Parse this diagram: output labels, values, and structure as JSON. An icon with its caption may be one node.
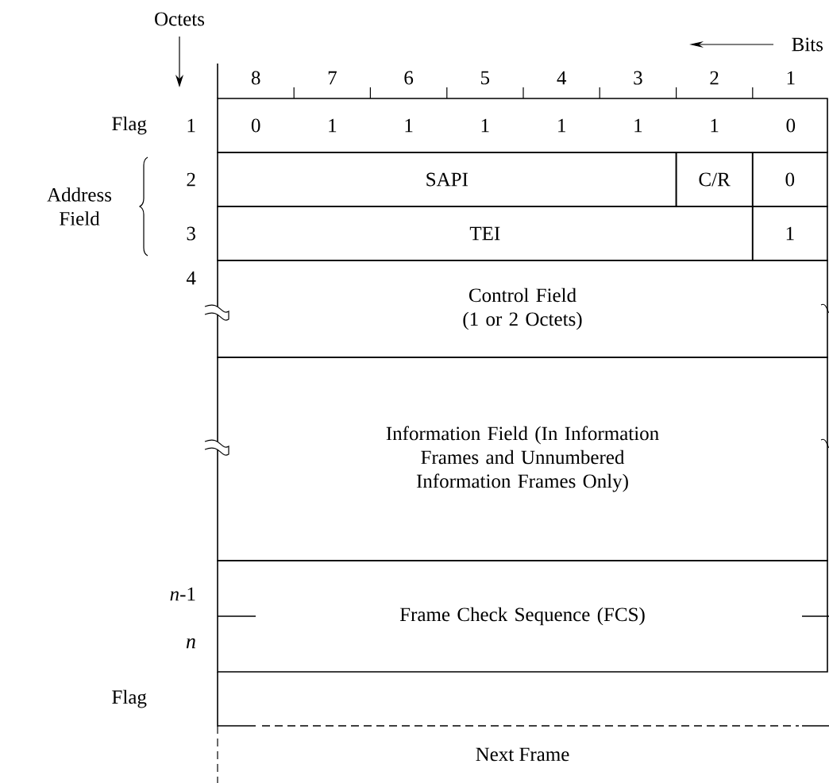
{
  "diagram": {
    "nodes": [
      {
        "text": [
          "0",
          "1",
          "1",
          "1",
          "1",
          "1",
          "1",
          "0"
        ],
        "beside": [
          "Flag"
        ]
      },
      {
        "text": [
          "SAPI"
        ]
      },
      {
        "text": [
          "C/R"
        ]
      },
      {
        "text": [
          "0"
        ]
      },
      {
        "text": [
          "TEI"
        ]
      },
      {
        "text": [
          "1"
        ]
      },
      {
        "text": [
          "Control Field (1 or 2 Octets)"
        ]
      },
      {
        "text": [
          "Information Field (In Information Frames and Unnumbered Information Frames Only)"
        ]
      },
      {
        "text": [
          "Frame Check Sequence (FCS)"
        ]
      },
      {
        "text": [],
        "shape": "box",
        "beside": [
          "Flag"
        ]
      },
      {
        "text": [
          "Next Frame"
        ]
      }
    ],
    "edges": [],
    "labels": [
      "Octets",
      "Bits",
      "8",
      "7",
      "6",
      "5",
      "4",
      "3",
      "2",
      "1",
      "1",
      "Address Field",
      "2",
      "3",
      "4",
      "*n*-1",
      "n"
    ]
  }
}
